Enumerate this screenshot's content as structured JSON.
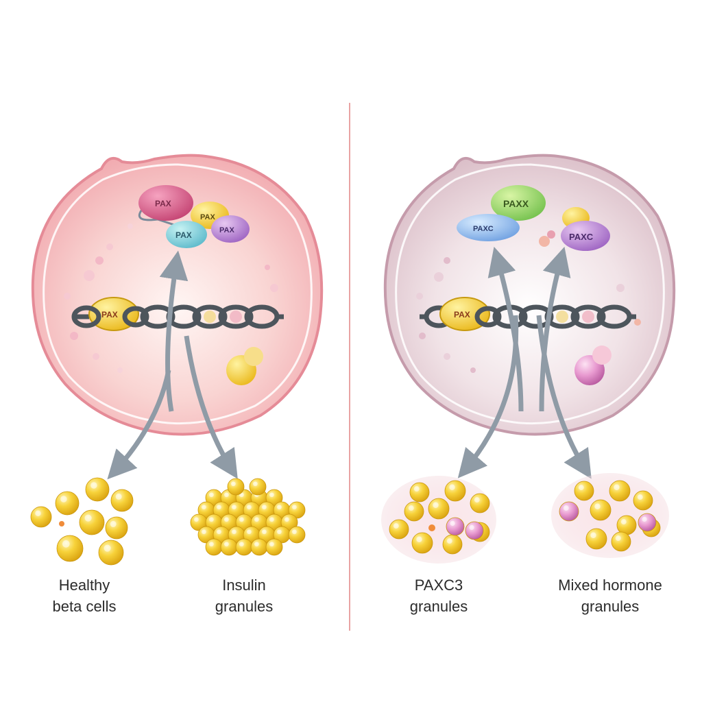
{
  "panels": {
    "left": {
      "captions": [
        {
          "line1": "Healthy",
          "line2": "beta cells"
        },
        {
          "line1": "Insulin",
          "line2": "granules"
        }
      ],
      "molecules": {
        "top_pink": "PAX",
        "top_yellow": "PAX",
        "cyan": "PAX",
        "purple": "PAX",
        "chain_label": "PAX"
      }
    },
    "right": {
      "captions": [
        {
          "line1": "PAXC3",
          "line2": "granules"
        },
        {
          "line1": "Mixed hormone",
          "line2": "granules"
        }
      ],
      "molecules": {
        "green": "PAXX",
        "blue": "PAXC",
        "purple": "PAXC",
        "chain_label": "PAX"
      }
    }
  },
  "colors": {
    "left_cell": "#f4b9bd",
    "right_cell": "#e7d2d9",
    "divider": "#e9a3a3",
    "granule": "#f1c21f",
    "chain": "#4d555c",
    "arrow": "#8f9ba6"
  }
}
